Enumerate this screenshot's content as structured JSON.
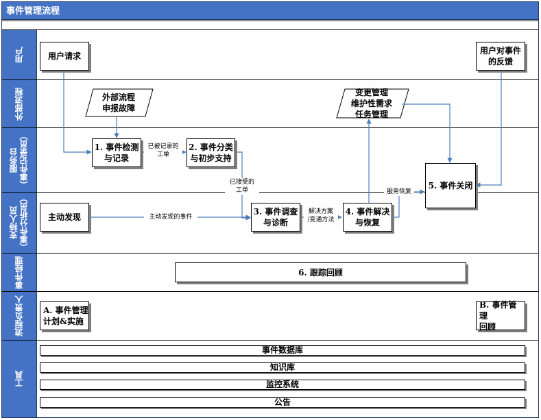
{
  "title": "事件管理流程",
  "lanes": [
    {
      "id": "user",
      "label": "用户"
    },
    {
      "id": "external",
      "label": "外部流程"
    },
    {
      "id": "service-desk",
      "label": "服务台\n（事件记录员）"
    },
    {
      "id": "support",
      "label": "支持人员\n（事件分析员）"
    },
    {
      "id": "manager",
      "label": "事件经理"
    },
    {
      "id": "owner",
      "label": "流程负责人"
    },
    {
      "id": "tools",
      "label": "工具"
    }
  ],
  "boxes": {
    "user_request": "用户请求",
    "user_feedback": "用户对事件\n的反馈",
    "external_report": "外部流程\n申报故障",
    "change_mgmt": "变更管理\n维护性需求\n任务管理",
    "detect_record": "1. 事件检测\n与记录",
    "classify": "2. 事件分类\n与初步支持",
    "close": "5. 事件关闭",
    "proactive": "主动发现",
    "investigate": "3. 事件调查\n与诊断",
    "resolve": "4. 事件解决\n与恢复",
    "review": "6. 跟踪回顾",
    "plan": "A. 事件管理\n计划&实施",
    "process_review": "B. 事件管理\n回顾"
  },
  "labels": {
    "recorded_ticket": "已被记录的\n工单",
    "accepted_ticket": "已接受的\n工单",
    "proactive_event": "主动发现的事件",
    "solution": "解决方案\n/变通方法",
    "service_restore": "服务恢复"
  },
  "tools": [
    "事件数据库",
    "知识库",
    "监控系统",
    "公告"
  ],
  "colors": {
    "lane_header": "#4472c4",
    "arrow": "#4a7ebb"
  }
}
